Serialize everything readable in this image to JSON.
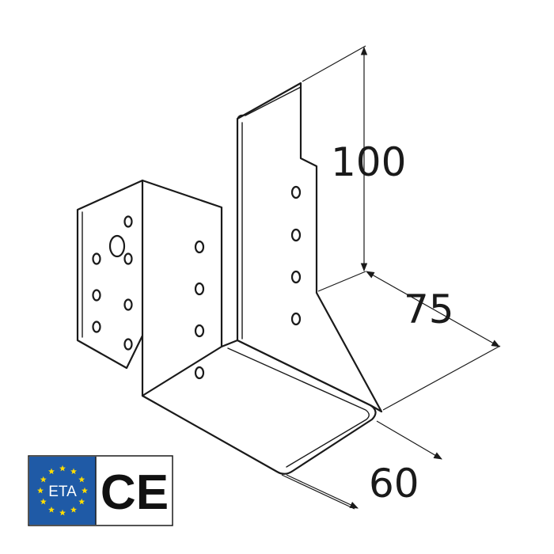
{
  "dimensions": {
    "height": "100",
    "depth": "75",
    "width": "60"
  },
  "badges": {
    "eta_label": "ETA",
    "ce_label": "CE"
  },
  "colors": {
    "line": "#1a1a1a",
    "eu_blue": "#1f5aa6",
    "eu_stars": "#ffdd00",
    "ce_background": "#ffffff"
  }
}
